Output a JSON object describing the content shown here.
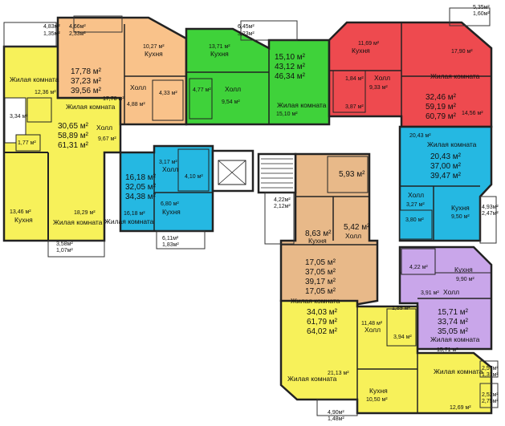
{
  "colors": {
    "yellow": "#f7f15a",
    "orange": "#f9c28a",
    "green": "#3fd23a",
    "red": "#ee4a4f",
    "blue": "#25b8e2",
    "tan": "#e8b989",
    "purple": "#c9a6ea",
    "yellow2": "#f7f15a"
  },
  "outside_areas": [
    {
      "a": "4,83м²",
      "b": "1,35м²"
    },
    {
      "a": "4,66м²",
      "b": "2,33м²"
    },
    {
      "a": "6,45м²",
      "b": "3,23м²"
    },
    {
      "a": "5,35м²",
      "b": "1,60м²"
    },
    {
      "a": "3,58м²",
      "b": "1,07м²"
    },
    {
      "a": "6,11м²",
      "b": "1,83м²"
    },
    {
      "a": "4,22м²",
      "b": "2,12м²"
    },
    {
      "a": "4,93м²",
      "b": "2,47м²"
    },
    {
      "a": "2,57м²",
      "b": "1,31м²"
    },
    {
      "a": "2,52м²",
      "b": "2,75м²"
    },
    {
      "a": "4,90м²",
      "b": "1,48м²"
    }
  ],
  "apt_yellow": {
    "living1": "Жилая комната",
    "living1_area": "12,36 м²",
    "bath1": "3,34 м²",
    "bath2": "1,77 м²",
    "hall": "Холл",
    "hall_area": "9,67 м²",
    "totals": [
      "30,65 м²",
      "58,89 м²",
      "61,31 м²"
    ],
    "kitchen": "Кухня",
    "kitchen_area": "13,46 м²",
    "living2": "Жилая комната",
    "living2_area": "18,29 м²"
  },
  "apt_orange": {
    "kitchen_area": "10,27 м²",
    "kitchen": "Кухня",
    "totals": [
      "17,78 м²",
      "37,23 м²",
      "39,56 м²"
    ],
    "living": "Жилая комната",
    "living_area": "17,78 м²",
    "hall_area": "4,88 м²",
    "hall": "Холл",
    "bath": "4,33 м²"
  },
  "apt_green": {
    "kitchen_area": "13,71 м²",
    "kitchen": "Кухня",
    "totals": [
      "15,10 м²",
      "43,12 м²",
      "46,34 м²"
    ],
    "bath": "4,77 м²",
    "hall": "Холл",
    "hall_area": "9,54 м²",
    "living": "Жилая комната",
    "living_area": "15,10 м²"
  },
  "apt_red": {
    "kitchen_area": "11,69 м²",
    "kitchen": "Кухня",
    "living_area_top": "17,90 м²",
    "living": "Жилая комната",
    "bath1": "1,84 м²",
    "hall": "Холл",
    "hall_area": "9,33 м²",
    "bath2": "3,87 м²",
    "totals": [
      "32,46 м²",
      "59,19 м²",
      "60,79 м²"
    ],
    "living2_area": "14,56 м²"
  },
  "apt_blue_left": {
    "totals": [
      "16,18 м²",
      "32,05 м²",
      "34,38 м²"
    ],
    "hall_area": "3,17 м²",
    "hall": "Холл",
    "bath": "4,10 м²",
    "kitchen_area": "6,80 м²",
    "kitchen": "Кухня",
    "living": "Жилая комната",
    "living_area": "16,18 м²"
  },
  "apt_blue_right": {
    "living_area": "20,43 м²",
    "living": "Жилая комната",
    "totals": [
      "20,43 м²",
      "37,00 м²",
      "39,47 м²"
    ],
    "hall": "Холл",
    "hall_area": "3,27 м²",
    "kitchen": "Кухня",
    "kitchen_area": "9,50 м²",
    "bath": "3,80 м²"
  },
  "apt_tan": {
    "bath": "5,93 м²",
    "kitchen_area": "8,63 м²",
    "kitchen": "Кухня",
    "hall_area": "5,42 м²",
    "hall": "Холл",
    "totals": [
      "17,05 м²",
      "37,05 м²",
      "39,17 м²"
    ],
    "living_area": "17,05 м²",
    "living": "Жилая комната"
  },
  "apt_purple": {
    "bath": "4,22 м²",
    "kitchen": "Кухня",
    "kitchen_area": "9,90 м²",
    "hall_area": "3,91 м²",
    "hall": "Холл",
    "totals": [
      "15,71 м²",
      "33,74 м²",
      "35,05 м²"
    ],
    "living": "Жилая комната",
    "living_area": "15,71 м²"
  },
  "apt_yellow_bottom": {
    "totals": [
      "34,03 м²",
      "61,79 м²",
      "64,02 м²"
    ],
    "bath1": "1,89 м²",
    "hall_area": "11,48 м²",
    "hall": "Холл",
    "bath2": "3,94 м²",
    "living1": "Жилая комната",
    "living1_area": "21,13 м²",
    "kitchen": "Кухня",
    "kitchen_area": "10,50 м²",
    "living2": "Жилая комната",
    "living2_area": "12,69 м²"
  }
}
